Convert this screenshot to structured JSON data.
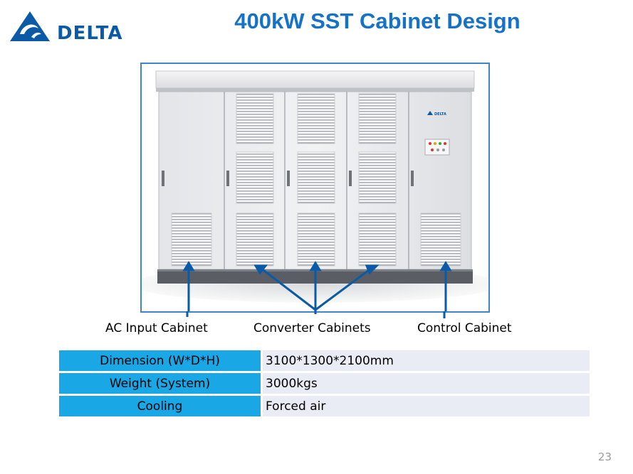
{
  "brand": {
    "name": "DELTA",
    "logo_icon": "delta-triangle-icon",
    "color": "#0a5aa6"
  },
  "slide": {
    "title": "400kW SST Cabinet Design",
    "title_color": "#1572c8",
    "page_number": "23"
  },
  "product_photo": {
    "cabinet_badge": "DELTA",
    "frame_color": "#3d86c9",
    "pointer_color": "#0a5aa6"
  },
  "callouts": {
    "ac_input": "AC Input Cabinet",
    "converter": "Converter Cabinets",
    "control": "Control Cabinet"
  },
  "specs": {
    "rows": [
      {
        "label": "Dimension (W*D*H)",
        "value": "3100*1300*2100mm"
      },
      {
        "label": "Weight (System)",
        "value": "3000kgs"
      },
      {
        "label": "Cooling",
        "value": "Forced air"
      }
    ],
    "header_color": "#19a7e6",
    "value_color": "#e9ebf5"
  }
}
